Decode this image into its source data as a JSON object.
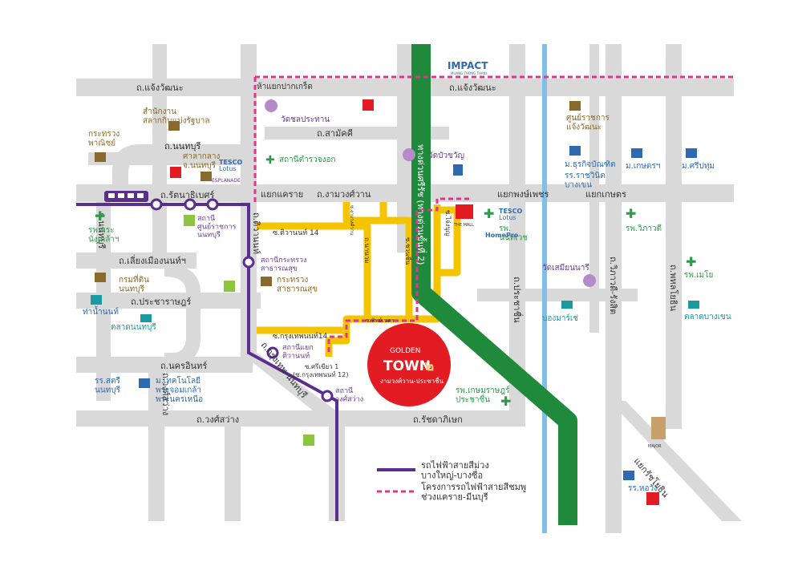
{
  "colors": {
    "road": "#d9d9d9",
    "local_road": "#f5c400",
    "purple_line": "#5b2d8e",
    "pink_line": "#e0348f",
    "expressway": "#1f8a3b",
    "canal": "#7fbfe8",
    "label_dark": "#333333",
    "label_brown": "#8a6a2a",
    "label_purple": "#6b3a8f",
    "label_green": "#2e9a4a",
    "label_teal": "#1a9aa0",
    "label_blue": "#2d6ab0",
    "golden_red": "#e31b23"
  },
  "roads": {
    "chaengwattana_w": "ถ.แจ้งวัฒนะ",
    "chaengwattana_e": "ถ.แจ้งวัฒนะ",
    "samakkhi": "ถ.สามัคคี",
    "nonthaburi": "ถ.นนทบุรี",
    "rattanathibet": "ถ.รัตนาธิเบศร์",
    "ngamwongwan": "ถ.งามวงศ์วาน",
    "tiwanon": "ถ.ติวานนท์",
    "lieang_mueang": "ถ.เลี่ยงเมืองนนท์ฯ",
    "pracharat": "ถ.ประชาราษฎร์",
    "nakhon_in": "ถ.นครอินทร์",
    "wongsawang": "ถ.วงศ์สว่าง",
    "ratchadaphisek": "ถ.รัชดาภิเษก",
    "krungthep_nonthaburi": "ถ.กรุงเทพ-นนทบุรี",
    "prachachuen": "ถ.ประชาชื่น",
    "vibhavadi": "ถ.วิภาวดี-รังสิต",
    "phahonyothin": "ถ.พหลโยธิน",
    "expressway_label": "ทางด่วนศรีรัช (ทางด่วนขั้นที่ 2)",
    "soi_tiwanon14": "ซ.ติวานนท์ 14",
    "soi_krungthep14": "ซ.กรุงเทพนนท์14",
    "soi_tanun": "ถ.นานวม",
    "soi_pom": "ซ.ทิพย์เนตร",
    "soi_krungthepnon12_a": "ซ.ศรีเขียว 1",
    "soi_krungthepnon12_b": "(ซ.กรุงเทพนนท์ 12)",
    "soi_chuanchuen": "ซ.ชวนชื่น",
    "soi_prachachuen_side": "ซ.ไจ่งบุญ",
    "soi_nonthaburi_small": "ถ.นนทบุรี 1",
    "soi_ngamwong_small": "ซ.งามวงศ์วาน"
  },
  "junctions": {
    "pakkret": "ห้าแยกปากเกร็ด",
    "khae_rai": "แยกแคราย",
    "phongphet": "แยกพงษ์เพชร",
    "kaset": "แยกเกษตร",
    "ratchayothin": "แยกรัชโยธิน"
  },
  "places": {
    "ocsb": "สำนักงาน\nสลากกินแบ่งรัฐบาล",
    "commerce": "กระทรวง\nพาณิชย์",
    "court": "ศาลากลาง\nจ.นนทบุรี",
    "wat_chonprathan": "วัดชลประทาน",
    "police_station": "สถานีตำรวจงอก",
    "wat_bua_khwan": "วัดบัวขวัญ",
    "nso": "ศูนย์ราชการ\nแจ้งวัฒนะ",
    "dhurakij": "ม.ธุรกิจบัณฑิต",
    "rajavinit": "รร.ราชวินิต\nบางเขน",
    "ku": "ม.เกษตรฯ",
    "sripatum": "ม.ศรีปทุม",
    "ph_pranangklao": "รพ.พระ\nนั่งเกล้าฯ",
    "ph_nonthavej": "รพ.\nนนทเวช",
    "ph_vibhavadi": "รพ.วิภาวดี",
    "ph_mayo": "รพ.เมโย",
    "ph_kasemrad": "รพ.เกษมราษฎร์\nประชาชื่น",
    "moph_bldg": "สำนักงานกระทรวง\nสาธารณสุข",
    "moph": "กระทรวง\nสาธารณสุข",
    "land_dept": "กรมที่ดิน\nนนทบุรี",
    "pier": "ท่าน้ำนนท์",
    "market_non": "ตลาดนนทบุรี",
    "wat_samian": "วัดเสมียนนารี",
    "bong_market": "บองมาร์เช่",
    "market_bangkhen": "ตลาดบางเขน",
    "satri": "รร.สตรี\nนนทบุรี",
    "rmutp": "ม.เทคโนโลยี\nพระจอมเกล้า\nพระนครเหนือ",
    "hor_wang": "รร.หอวัง",
    "major": "MAJOR"
  },
  "stations": {
    "nonthaburi_civic": "สถานี\nศูนย์ราชการ\nนนทบุรี",
    "ministry_health": "สถานีกระทรวง\nสาธารณสุข",
    "yaek_tiwanon": "สถานีแยก\nติวานนท์",
    "wongsawang": "สถานี\nวงศ์สว่าง"
  },
  "brands": {
    "impact": "IMPACT",
    "impact_sub": "MUANG THONG THANI",
    "tesco": "TESCO",
    "lotus": "Lotus",
    "esplanade": "ESPLANADE",
    "the_mall": "THE MALL",
    "homepro": "HomePro",
    "tesco2": "TESCO",
    "lotus2": "Lotus"
  },
  "project": {
    "brand_top": "GOLDEN",
    "brand_main": "TOWN",
    "brand_num": "๒",
    "subtitle": "งามวงศ์วาน-ประชาชื่น"
  },
  "legend": {
    "purple_line": "รถไฟฟ้าสายสีม่วง\nบางใหญ่-บางซื่อ",
    "pink_line": "โครงการรถไฟฟ้าสายสีชมพู\nช่วงแคราย-มีนบุรี"
  }
}
